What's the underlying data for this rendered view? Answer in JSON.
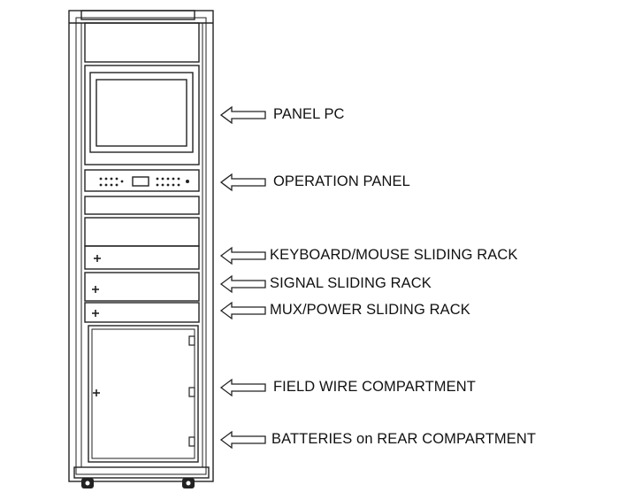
{
  "diagram": {
    "callouts": [
      {
        "id": "panel-pc",
        "label": "PANEL PC"
      },
      {
        "id": "operation-panel",
        "label": "OPERATION PANEL"
      },
      {
        "id": "keyboard-mouse-rack",
        "label": "KEYBOARD/MOUSE SLIDING RACK"
      },
      {
        "id": "signal-rack",
        "label": "SIGNAL SLIDING RACK"
      },
      {
        "id": "mux-power-rack",
        "label": "MUX/POWER SLIDING RACK"
      },
      {
        "id": "field-wire",
        "label": "FIELD WIRE COMPARTMENT"
      },
      {
        "id": "batteries",
        "label": "BATTERIES on REAR COMPARTMENT"
      }
    ],
    "line_color": "#222222",
    "fill_color": "#ffffff"
  }
}
